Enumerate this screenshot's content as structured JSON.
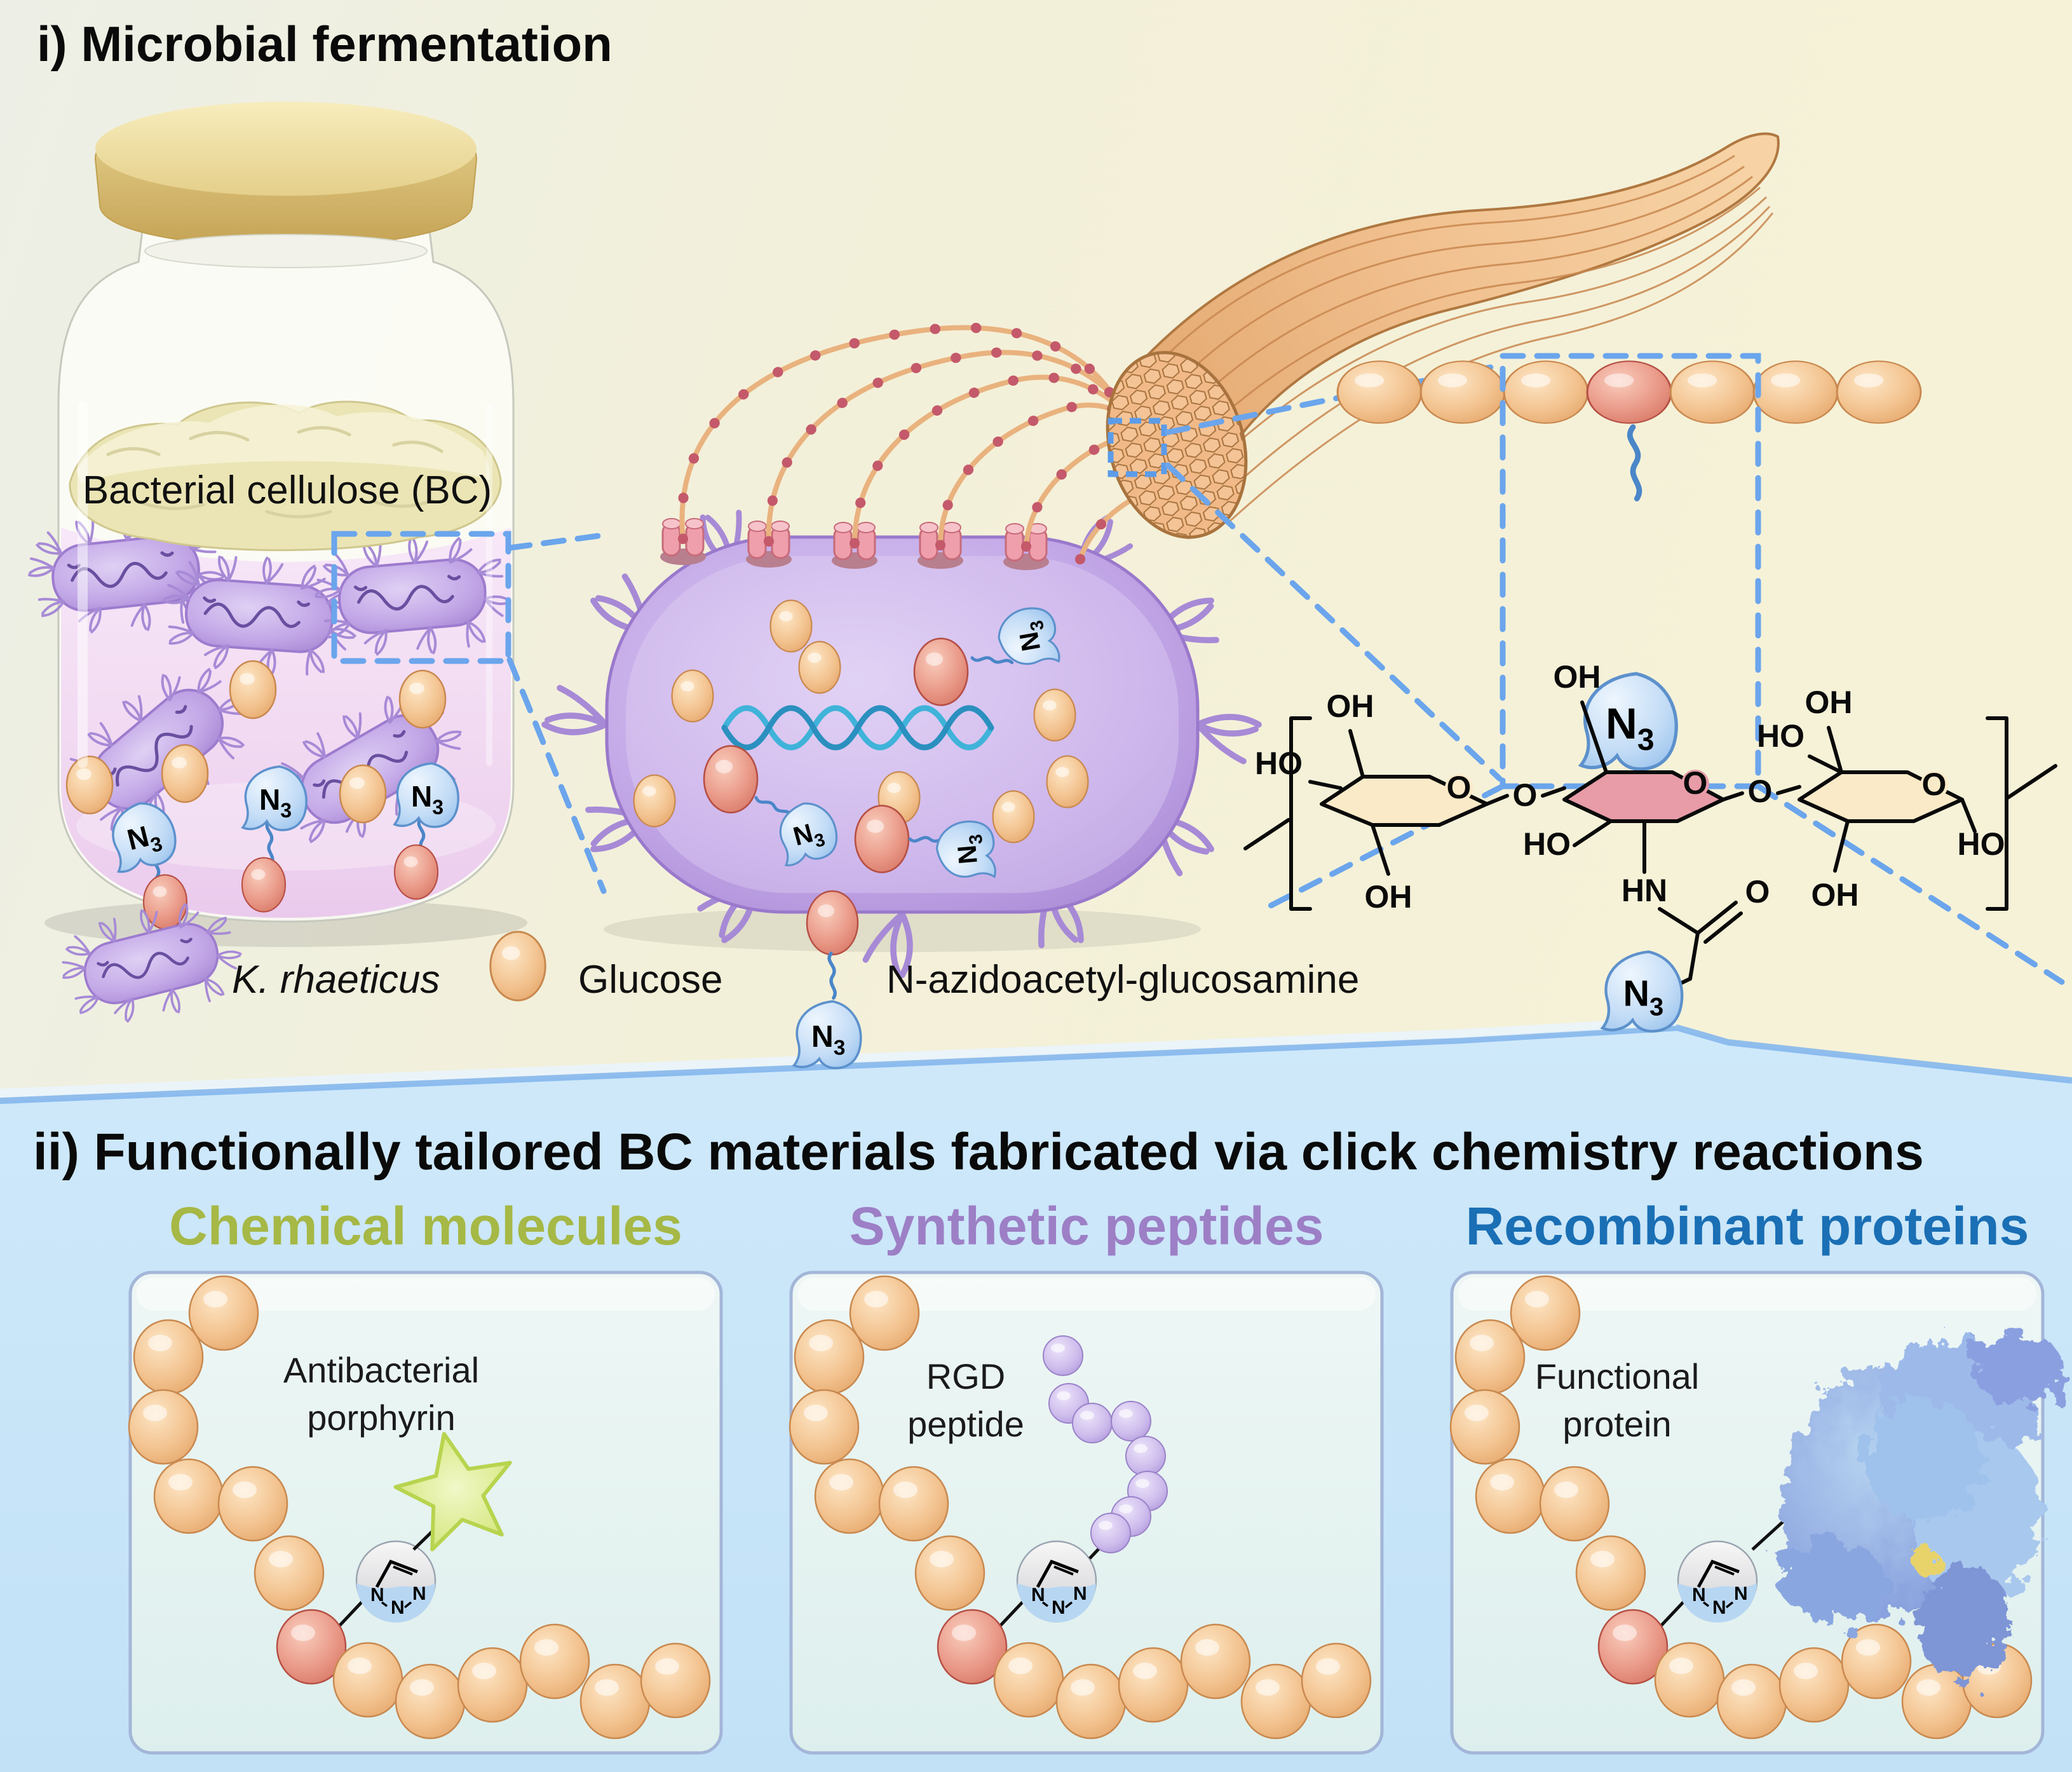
{
  "section_i": {
    "title": "i) Microbial fermentation",
    "jar_label": "Bacterial cellulose (BC)",
    "azide": {
      "sym": "N",
      "sub": "3"
    },
    "chem": {
      "oh": "OH",
      "ho": "HO",
      "o": "O",
      "hn": "HN"
    },
    "legend": [
      {
        "label": "K. rhaeticus"
      },
      {
        "label": "Glucose"
      },
      {
        "label": "N-azidoacetyl-glucosamine"
      }
    ]
  },
  "section_ii": {
    "title": "ii) Functionally tailored BC materials fabricated via click chemistry reactions",
    "triazole": {
      "n1": "N",
      "n2": "N",
      "n3": "N"
    },
    "panels": [
      {
        "header": "Chemical molecules",
        "accent": "#a6b845",
        "label_line1": "Antibacterial",
        "label_line2": "porphyrin"
      },
      {
        "header": "Synthetic peptides",
        "accent": "#9d7fc6",
        "label_line1": "RGD",
        "label_line2": "peptide"
      },
      {
        "header": "Recombinant proteins",
        "accent": "#1a6fb5",
        "label_line1": "Functional",
        "label_line2": "protein"
      }
    ]
  },
  "colors": {
    "background_top": "#f4f0d8",
    "background_bottom": "#c9e5f8",
    "glucose": "#ecb97f",
    "azido_glucosamine": "#e0897c",
    "bacteria": "#c7ade9",
    "azide_tag": "#aed0f2",
    "cellulose_fiber": "#edb583",
    "porphyrin_star": "#d8e98c",
    "peptide_bead": "#c7b3e8",
    "protein": "#93b4e4"
  }
}
